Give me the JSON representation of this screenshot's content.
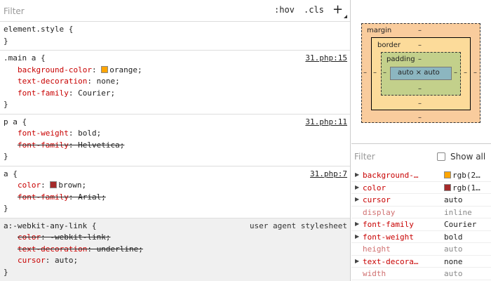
{
  "filter": {
    "placeholder": "Filter"
  },
  "toolbar": {
    "hov": ":hov",
    "cls": ".cls",
    "plus": "+"
  },
  "rules": {
    "element_style": {
      "selector": "element.style {",
      "close": "}"
    },
    "main_a": {
      "selector": ".main a {",
      "source": "31.php:15",
      "close": "}",
      "decls": [
        {
          "name": "background-color",
          "value": "orange",
          "swatch": "#ffa500"
        },
        {
          "name": "text-decoration",
          "value": "none"
        },
        {
          "name": "font-family",
          "value": "Courier"
        }
      ]
    },
    "p_a": {
      "selector": "p a {",
      "source": "31.php:11",
      "close": "}",
      "decls": [
        {
          "name": "font-weight",
          "value": "bold"
        },
        {
          "name": "font-family",
          "value": "Helvetica"
        }
      ]
    },
    "a": {
      "selector": "a {",
      "source": "31.php:7",
      "close": "}",
      "decls": [
        {
          "name": "color",
          "value": "brown",
          "swatch": "#a52a2a"
        },
        {
          "name": "font-family",
          "value": "Arial"
        }
      ]
    },
    "ua": {
      "selector": "a:-webkit-any-link {",
      "source": "user agent stylesheet",
      "close": "}",
      "decls": [
        {
          "name": "color",
          "value": "-webkit-link"
        },
        {
          "name": "text-decoration",
          "value": "underline"
        },
        {
          "name": "cursor",
          "value": "auto"
        }
      ]
    }
  },
  "box_model": {
    "margin_label": "margin",
    "border_label": "border",
    "padding_label": "padding",
    "content": "auto × auto",
    "dash": "–",
    "margin_color": "#f9cc9d",
    "border_color": "#fcdb9a",
    "padding_color": "#c3d08b",
    "content_color": "#8cb6c0"
  },
  "computed": {
    "filter_placeholder": "Filter",
    "show_all": "Show all",
    "rows": [
      {
        "name": "background-…",
        "value": "rgb(2…",
        "swatch": "#ffa500",
        "expandable": true
      },
      {
        "name": "color",
        "value": "rgb(1…",
        "swatch": "#a52a2a",
        "expandable": true
      },
      {
        "name": "cursor",
        "value": "auto",
        "expandable": true
      },
      {
        "name": "display",
        "value": "inline",
        "expandable": false
      },
      {
        "name": "font-family",
        "value": "Courier",
        "expandable": true
      },
      {
        "name": "font-weight",
        "value": "bold",
        "expandable": true
      },
      {
        "name": "height",
        "value": "auto",
        "expandable": false
      },
      {
        "name": "text-decora…",
        "value": "none",
        "expandable": true
      },
      {
        "name": "width",
        "value": "auto",
        "expandable": false
      }
    ]
  }
}
